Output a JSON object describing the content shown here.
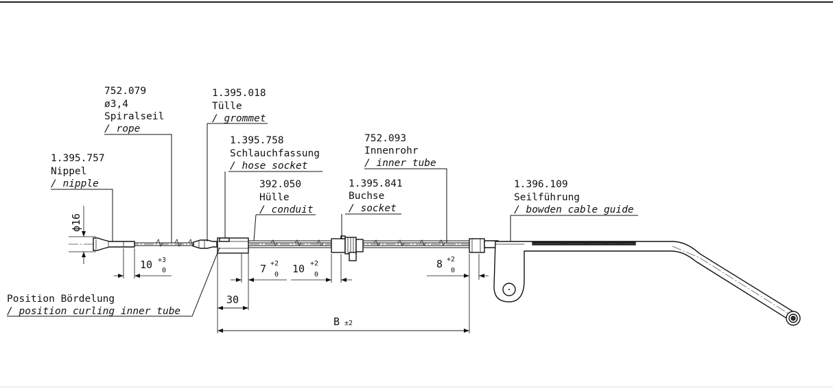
{
  "labels": {
    "rope": {
      "number": "752.079",
      "dia": "ø3,4",
      "de": "Spiralseil",
      "en": "/ rope"
    },
    "grommet": {
      "number": "1.395.018",
      "de": "Tülle",
      "en": "/ grommet"
    },
    "hose_socket": {
      "number": "1.395.758",
      "de": "Schlauchfassung",
      "en": "/ hose socket"
    },
    "inner_tube": {
      "number": "752.093",
      "de": "Innenrohr",
      "en": "/ inner tube"
    },
    "nipple": {
      "number": "1.395.757",
      "de": "Nippel",
      "en": "/ nipple"
    },
    "conduit": {
      "number": "392.050",
      "de": "Hülle",
      "en": "/ conduit"
    },
    "socket": {
      "number": "1.395.841",
      "de": "Buchse",
      "en": "/ socket"
    },
    "cable_guide": {
      "number": "1.396.109",
      "de": "Seilführung",
      "en": "/ bowden cable guide"
    },
    "curling": {
      "de": "Position Bördelung",
      "en": "/ position curling inner tube"
    }
  },
  "dimensions": {
    "phi16": "ϕ16",
    "d10a": {
      "value": "10",
      "upper": "+3",
      "lower": "0"
    },
    "d7": {
      "value": "7",
      "upper": "+2",
      "lower": "0"
    },
    "d10b": {
      "value": "10",
      "upper": "+2",
      "lower": "0"
    },
    "d8": {
      "value": "8",
      "upper": "+2",
      "lower": "0"
    },
    "d30": "30",
    "dB": {
      "value": "B",
      "tol": "±2"
    }
  }
}
